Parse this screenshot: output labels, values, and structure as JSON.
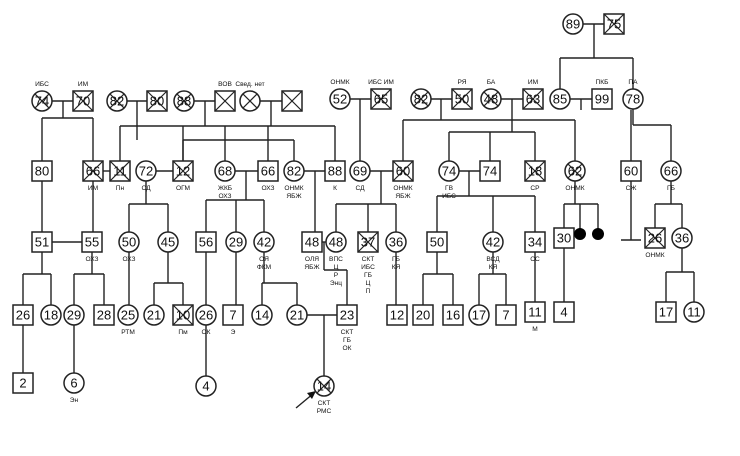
{
  "pedigree": {
    "individuals": [
      {
        "id": "i89",
        "shape": "circle",
        "age": "89",
        "labels": []
      },
      {
        "id": "i75",
        "shape": "square",
        "age": "75",
        "labels": [],
        "marked": true
      },
      {
        "id": "g2_74",
        "shape": "circle",
        "age": "74",
        "labels": [
          "ИБС"
        ],
        "marked": true
      },
      {
        "id": "g2_70",
        "shape": "square",
        "age": "70",
        "labels": [
          "ИМ"
        ],
        "marked": true
      },
      {
        "id": "g2_82a",
        "shape": "circle",
        "age": "82",
        "labels": [],
        "marked": true
      },
      {
        "id": "g2_80",
        "shape": "square",
        "age": "80",
        "labels": [],
        "marked": true
      },
      {
        "id": "g2_88",
        "shape": "circle",
        "age": "88",
        "labels": [],
        "marked": true
      },
      {
        "id": "g2_vov",
        "shape": "square",
        "age": "",
        "labels": [
          "ВОВ"
        ],
        "marked": true
      },
      {
        "id": "g2_nodata",
        "shape": "circle",
        "age": "",
        "labels": [
          "Свед. нет"
        ],
        "marked": true
      },
      {
        "id": "g2_sq_x",
        "shape": "square",
        "age": "",
        "labels": [],
        "marked": true
      },
      {
        "id": "g2_52",
        "shape": "circle",
        "age": "52",
        "labels": [
          "ОНМК"
        ]
      },
      {
        "id": "g2_65",
        "shape": "square",
        "age": "65",
        "labels": [
          "ИБС ИМ"
        ],
        "marked": true
      },
      {
        "id": "g2_82b",
        "shape": "circle",
        "age": "82",
        "labels": [],
        "marked": true
      },
      {
        "id": "g2_50",
        "shape": "square",
        "age": "50",
        "labels": [
          "РЯ"
        ],
        "marked": true
      },
      {
        "id": "g2_48",
        "shape": "circle",
        "age": "48",
        "labels": [
          "БА"
        ],
        "marked": true
      },
      {
        "id": "g2_63",
        "shape": "square",
        "age": "63",
        "labels": [
          "ИМ"
        ],
        "marked": true
      },
      {
        "id": "g2_85",
        "shape": "circle",
        "age": "85",
        "labels": []
      },
      {
        "id": "g2_99",
        "shape": "square",
        "age": "99",
        "labels": [
          "ПКБ"
        ]
      },
      {
        "id": "g2_78",
        "shape": "circle",
        "age": "78",
        "labels": [
          "ПА"
        ]
      },
      {
        "id": "g3_80",
        "shape": "square",
        "age": "80",
        "labels": []
      },
      {
        "id": "g3_66a",
        "shape": "square",
        "age": "66",
        "labels": [
          "ИМ"
        ],
        "marked": true
      },
      {
        "id": "g3_11",
        "shape": "square",
        "age": "11",
        "labels": [
          "Пн"
        ],
        "marked": true
      },
      {
        "id": "g3_72",
        "shape": "circle",
        "age": "72",
        "labels": [
          "СД"
        ]
      },
      {
        "id": "g3_12",
        "shape": "square",
        "age": "12",
        "labels": [
          "ОГМ"
        ],
        "marked": true
      },
      {
        "id": "g3_68",
        "shape": "circle",
        "age": "68",
        "labels": [
          "ЖКБ",
          "ОХЗ"
        ]
      },
      {
        "id": "g3_66b",
        "shape": "square",
        "age": "66",
        "labels": [
          "ОХЗ"
        ]
      },
      {
        "id": "g3_82",
        "shape": "circle",
        "age": "82",
        "labels": [
          "ОНМК",
          "ЯБЖ"
        ]
      },
      {
        "id": "g3_88",
        "shape": "square",
        "age": "88",
        "labels": [
          "К"
        ]
      },
      {
        "id": "g3_69",
        "shape": "circle",
        "age": "69",
        "labels": [
          "СД"
        ]
      },
      {
        "id": "g3_60",
        "shape": "square",
        "age": "60",
        "labels": [
          "ОНМК",
          "ЯБЖ"
        ],
        "marked": true
      },
      {
        "id": "g3_74c",
        "shape": "circle",
        "age": "74",
        "labels": [
          "ГВ",
          "ИБС"
        ]
      },
      {
        "id": "g3_74s",
        "shape": "square",
        "age": "74",
        "labels": []
      },
      {
        "id": "g3_18",
        "shape": "square",
        "age": "18",
        "labels": [
          "СР"
        ],
        "marked": true
      },
      {
        "id": "g3_62",
        "shape": "circle",
        "age": "62",
        "labels": [
          "ОНМК"
        ],
        "marked": true
      },
      {
        "id": "g3_60b",
        "shape": "square",
        "age": "60",
        "labels": [
          "СЖ"
        ]
      },
      {
        "id": "g3_66c",
        "shape": "circle",
        "age": "66",
        "labels": [
          "ГБ"
        ]
      },
      {
        "id": "g4_51",
        "shape": "square",
        "age": "51",
        "labels": []
      },
      {
        "id": "g4_55",
        "shape": "square",
        "age": "55",
        "labels": [
          "ОХЗ"
        ]
      },
      {
        "id": "g4_50a",
        "shape": "circle",
        "age": "50",
        "labels": [
          "ОХЗ"
        ]
      },
      {
        "id": "g4_45",
        "shape": "circle",
        "age": "45",
        "labels": []
      },
      {
        "id": "g4_56",
        "shape": "square",
        "age": "56",
        "labels": []
      },
      {
        "id": "g4_29",
        "shape": "circle",
        "age": "29",
        "labels": []
      },
      {
        "id": "g4_42a",
        "shape": "circle",
        "age": "42",
        "labels": [
          "ОЯ",
          "ФКМ"
        ]
      },
      {
        "id": "g4_48s",
        "shape": "square",
        "age": "48",
        "labels": [
          "ОЛЯ",
          "ЯБЖ"
        ]
      },
      {
        "id": "g4_48c",
        "shape": "circle",
        "age": "48",
        "labels": [
          "ВПС",
          "Ц",
          "Р",
          "Энц"
        ]
      },
      {
        "id": "g4_37",
        "shape": "square",
        "age": "37",
        "labels": [
          "СКТ",
          "ИБС",
          "ГБ",
          "Ц",
          "П"
        ],
        "marked": true
      },
      {
        "id": "g4_36",
        "shape": "circle",
        "age": "36",
        "labels": [
          "ГБ",
          "КЯ"
        ]
      },
      {
        "id": "g4_50b",
        "shape": "square",
        "age": "50",
        "labels": []
      },
      {
        "id": "g4_42b",
        "shape": "circle",
        "age": "42",
        "labels": [
          "ВСД",
          "КЯ"
        ]
      },
      {
        "id": "g4_34",
        "shape": "square",
        "age": "34",
        "labels": [
          "СС"
        ]
      },
      {
        "id": "g4_30",
        "shape": "square",
        "age": "30",
        "labels": []
      },
      {
        "id": "g4_26x",
        "shape": "square",
        "age": "26",
        "labels": [
          "ОНМК"
        ],
        "marked": true
      },
      {
        "id": "g4_36b",
        "shape": "circle",
        "age": "36",
        "labels": []
      },
      {
        "id": "g5_26",
        "shape": "square",
        "age": "26",
        "labels": []
      },
      {
        "id": "g5_18",
        "shape": "circle",
        "age": "18",
        "labels": []
      },
      {
        "id": "g5_29",
        "shape": "circle",
        "age": "29",
        "labels": []
      },
      {
        "id": "g5_28",
        "shape": "square",
        "age": "28",
        "labels": []
      },
      {
        "id": "g5_25",
        "shape": "circle",
        "age": "25",
        "labels": [
          "РТМ"
        ]
      },
      {
        "id": "g5_21a",
        "shape": "circle",
        "age": "21",
        "labels": []
      },
      {
        "id": "g5_10",
        "shape": "square",
        "age": "10",
        "labels": [
          "Пм"
        ],
        "marked": true
      },
      {
        "id": "g5_26c",
        "shape": "circle",
        "age": "26",
        "labels": [
          "ОК"
        ]
      },
      {
        "id": "g5_7",
        "shape": "square",
        "age": "7",
        "labels": [
          "Э"
        ]
      },
      {
        "id": "g5_14",
        "shape": "circle",
        "age": "14",
        "labels": []
      },
      {
        "id": "g5_21b",
        "shape": "circle",
        "age": "21",
        "labels": []
      },
      {
        "id": "g5_23",
        "shape": "square",
        "age": "23",
        "labels": [
          "СКТ",
          "ГБ",
          "ОК"
        ]
      },
      {
        "id": "g5_12",
        "shape": "square",
        "age": "12",
        "labels": []
      },
      {
        "id": "g5_20",
        "shape": "square",
        "age": "20",
        "labels": []
      },
      {
        "id": "g5_16",
        "shape": "square",
        "age": "16",
        "labels": []
      },
      {
        "id": "g5_17",
        "shape": "circle",
        "age": "17",
        "labels": []
      },
      {
        "id": "g5_7b",
        "shape": "square",
        "age": "7",
        "labels": []
      },
      {
        "id": "g5_11",
        "shape": "square",
        "age": "11",
        "labels": [
          "М"
        ]
      },
      {
        "id": "g5_4s",
        "shape": "square",
        "age": "4",
        "labels": []
      },
      {
        "id": "g5_17b",
        "shape": "square",
        "age": "17",
        "labels": []
      },
      {
        "id": "g5_11b",
        "shape": "circle",
        "age": "11",
        "labels": []
      },
      {
        "id": "g6_2",
        "shape": "square",
        "age": "2",
        "labels": []
      },
      {
        "id": "g6_6",
        "shape": "circle",
        "age": "6",
        "labels": [
          "Эн"
        ]
      },
      {
        "id": "g6_4",
        "shape": "circle",
        "age": "4",
        "labels": []
      },
      {
        "id": "g6_14",
        "shape": "circle",
        "age": "14",
        "labels": [
          "СКТ",
          "РМС"
        ],
        "proband": true,
        "marked": true
      },
      {
        "id": "bl1",
        "shape": "dot",
        "age": "",
        "labels": []
      },
      {
        "id": "bl2",
        "shape": "dot",
        "age": "",
        "labels": []
      }
    ]
  }
}
